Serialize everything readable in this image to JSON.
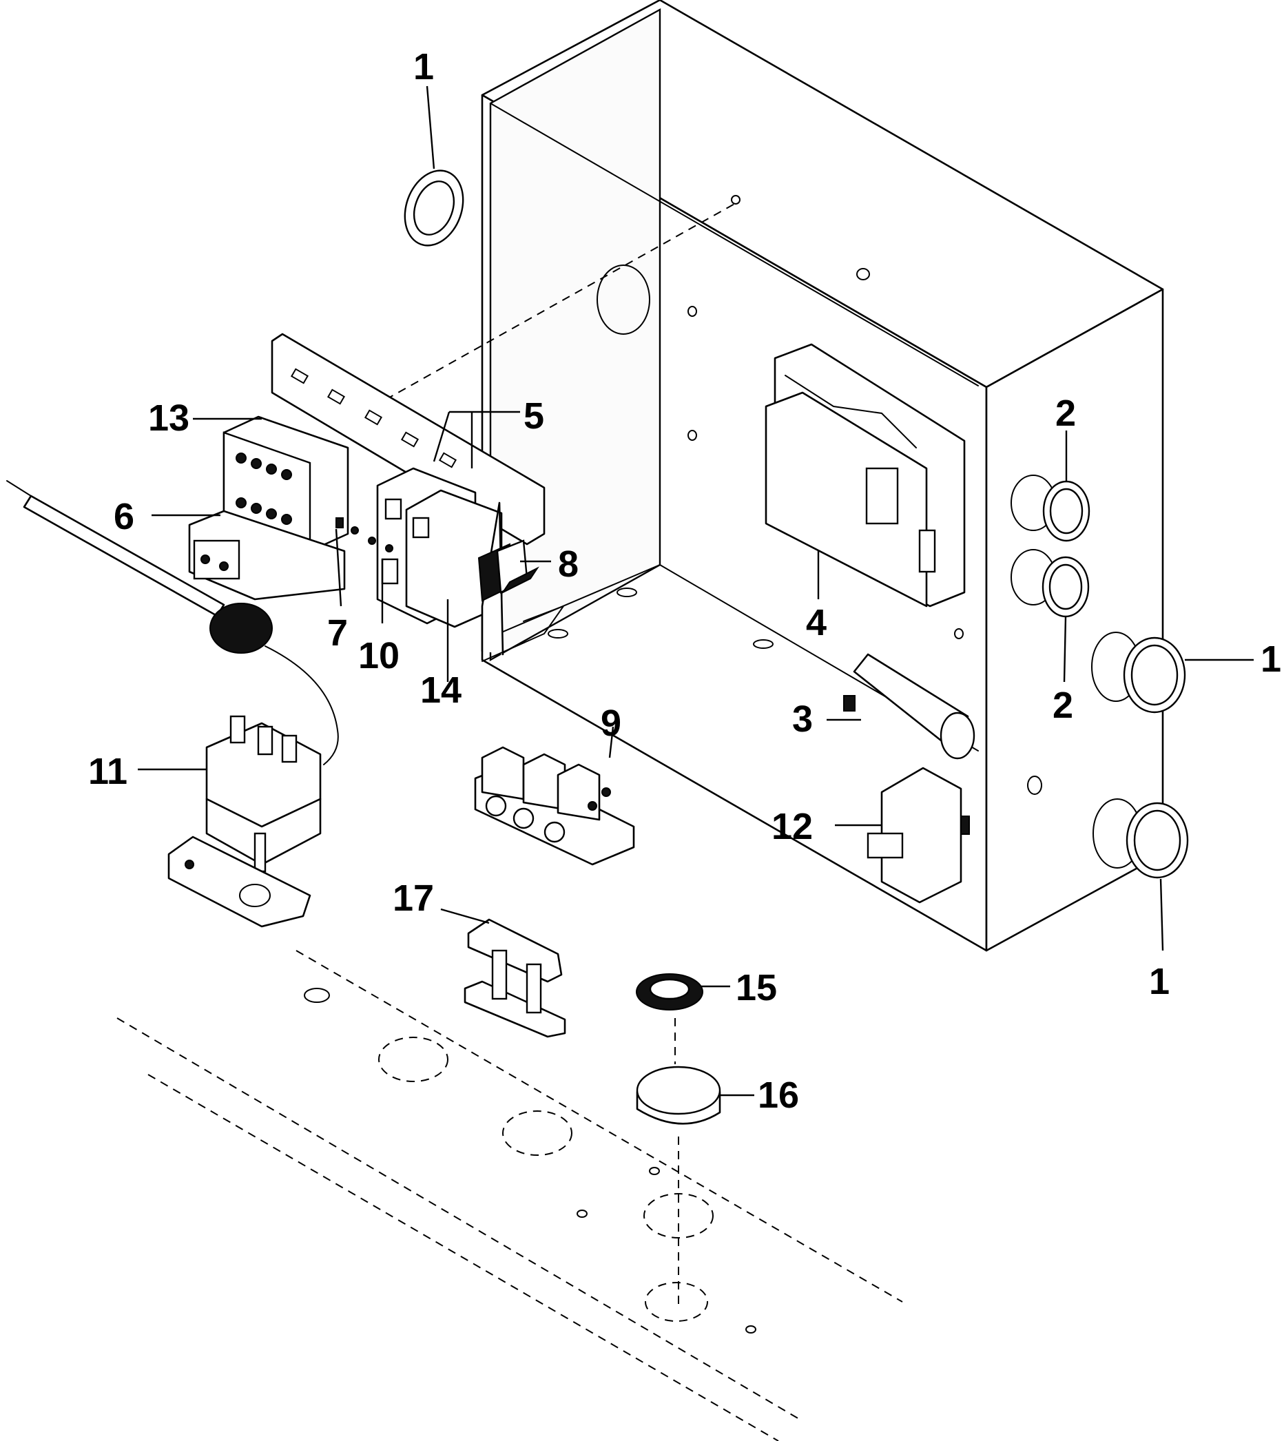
{
  "callouts": {
    "c1a": "1",
    "c1b": "1",
    "c1c": "1",
    "c2a": "2",
    "c2b": "2",
    "c3": "3",
    "c4": "4",
    "c5": "5",
    "c6": "6",
    "c7": "7",
    "c8": "8",
    "c9": "9",
    "c10": "10",
    "c11": "11",
    "c12": "12",
    "c13": "13",
    "c14": "14",
    "c15": "15",
    "c16": "16",
    "c17": "17"
  }
}
